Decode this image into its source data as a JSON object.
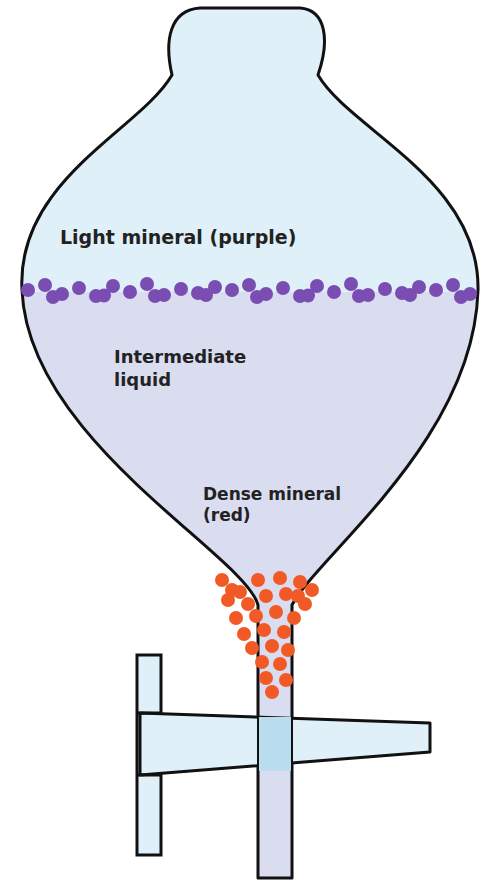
{
  "diagram": {
    "labels": [
      "Light mineral (purple)",
      "Intermediate liquid",
      "Dense mineral (red)"
    ]
  }
}
